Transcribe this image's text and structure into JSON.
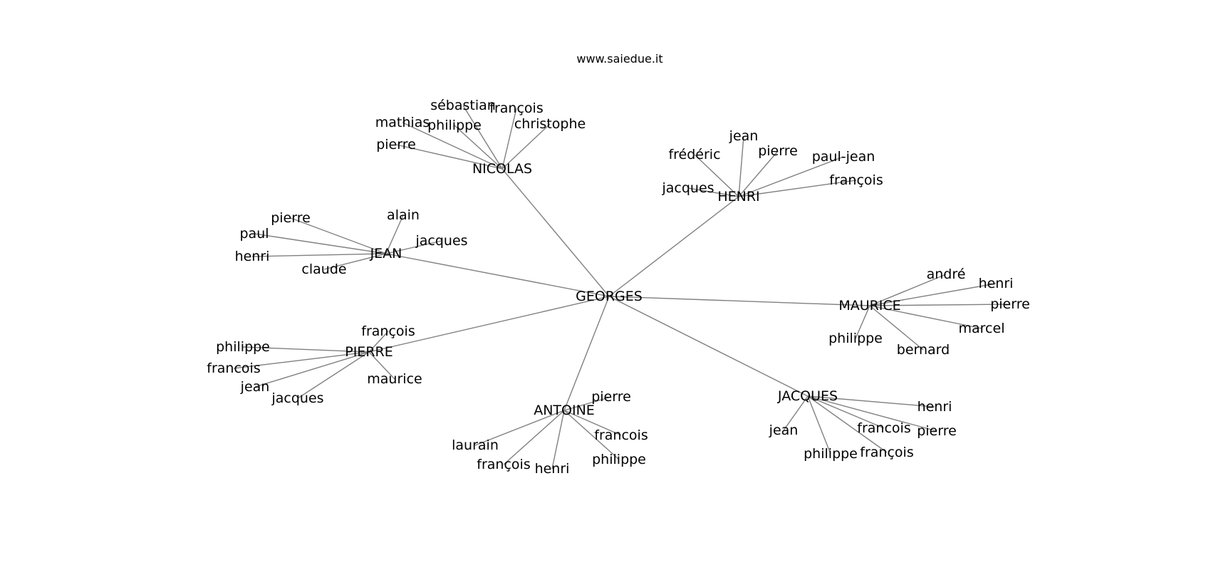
{
  "site_title": "www.saiedue.it",
  "colors": {
    "edge": "#808080",
    "text": "#000000",
    "background": "#ffffff"
  },
  "graph": {
    "center": "GEORGES",
    "hubs": [
      {
        "id": "NICOLAS",
        "label": "NICOLAS",
        "leaves": [
          "sébastian",
          "françois",
          "mathias",
          "philippe",
          "christophe",
          "pierre"
        ]
      },
      {
        "id": "HENRI",
        "label": "HENRI",
        "leaves": [
          "jean",
          "frédéric",
          "pierre",
          "paul-jean",
          "jacques",
          "françois"
        ]
      },
      {
        "id": "JEAN",
        "label": "JEAN",
        "leaves": [
          "alain",
          "pierre",
          "paul",
          "jacques",
          "henri",
          "claude"
        ]
      },
      {
        "id": "MAURICE",
        "label": "MAURICE",
        "leaves": [
          "andré",
          "henri",
          "pierre",
          "marcel",
          "philippe",
          "bernard"
        ]
      },
      {
        "id": "PIERRE",
        "label": "PIERRE",
        "leaves": [
          "françois",
          "philippe",
          "francois",
          "jean",
          "jacques",
          "maurice"
        ]
      },
      {
        "id": "ANTOINE",
        "label": "ANTOINE",
        "leaves": [
          "pierre",
          "francois",
          "laurain",
          "philippe",
          "françois",
          "henri"
        ]
      },
      {
        "id": "JACQUES",
        "label": "JACQUES",
        "leaves": [
          "henri",
          "jean",
          "francois",
          "pierre",
          "philippe",
          "françois"
        ]
      }
    ]
  }
}
